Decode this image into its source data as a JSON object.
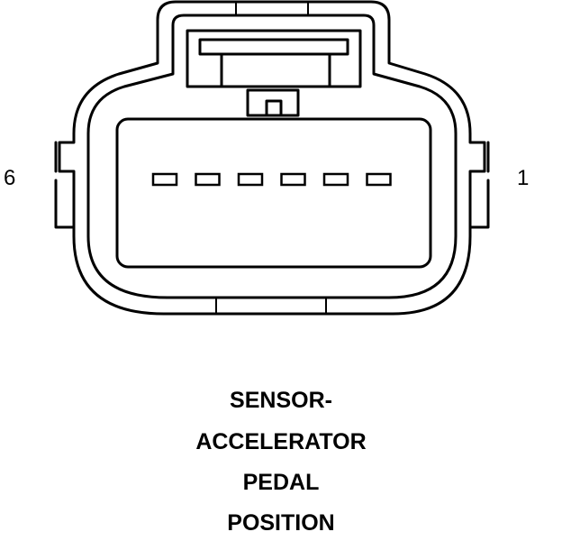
{
  "connector": {
    "pin_count": 6,
    "pin_label_left": "6",
    "pin_label_right": "1"
  },
  "caption": {
    "line1": "SENSOR-",
    "line2": "ACCELERATOR",
    "line3": "PEDAL",
    "line4": "POSITION"
  }
}
